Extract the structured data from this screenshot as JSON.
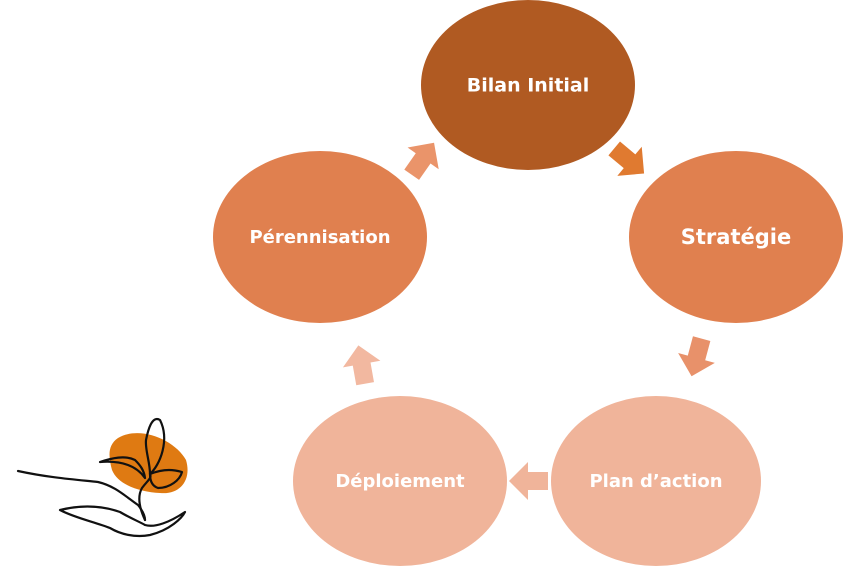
{
  "diagram": {
    "type": "cycle",
    "nodes": [
      {
        "label": "Bilan Initial",
        "color": "#B05A22"
      },
      {
        "label": "Stratégie",
        "color": "#E0804F"
      },
      {
        "label": "Plan d’action",
        "color": "#F0B49A"
      },
      {
        "label": "Déploiement",
        "color": "#F0B49A"
      },
      {
        "label": "Pérennisation",
        "color": "#E0804F"
      }
    ],
    "arrows": [
      {
        "from": "Bilan Initial",
        "to": "Stratégie",
        "color": "#E07A30"
      },
      {
        "from": "Stratégie",
        "to": "Plan d’action",
        "color": "#E8916A"
      },
      {
        "from": "Plan d’action",
        "to": "Déploiement",
        "color": "#F0B49A"
      },
      {
        "from": "Déploiement",
        "to": "Pérennisation",
        "color": "#F2B8A0"
      },
      {
        "from": "Pérennisation",
        "to": "Bilan Initial",
        "color": "#EA946A"
      }
    ]
  },
  "logo": {
    "icon": "hand-holding-plant-icon",
    "accent": "#DF7A12"
  }
}
